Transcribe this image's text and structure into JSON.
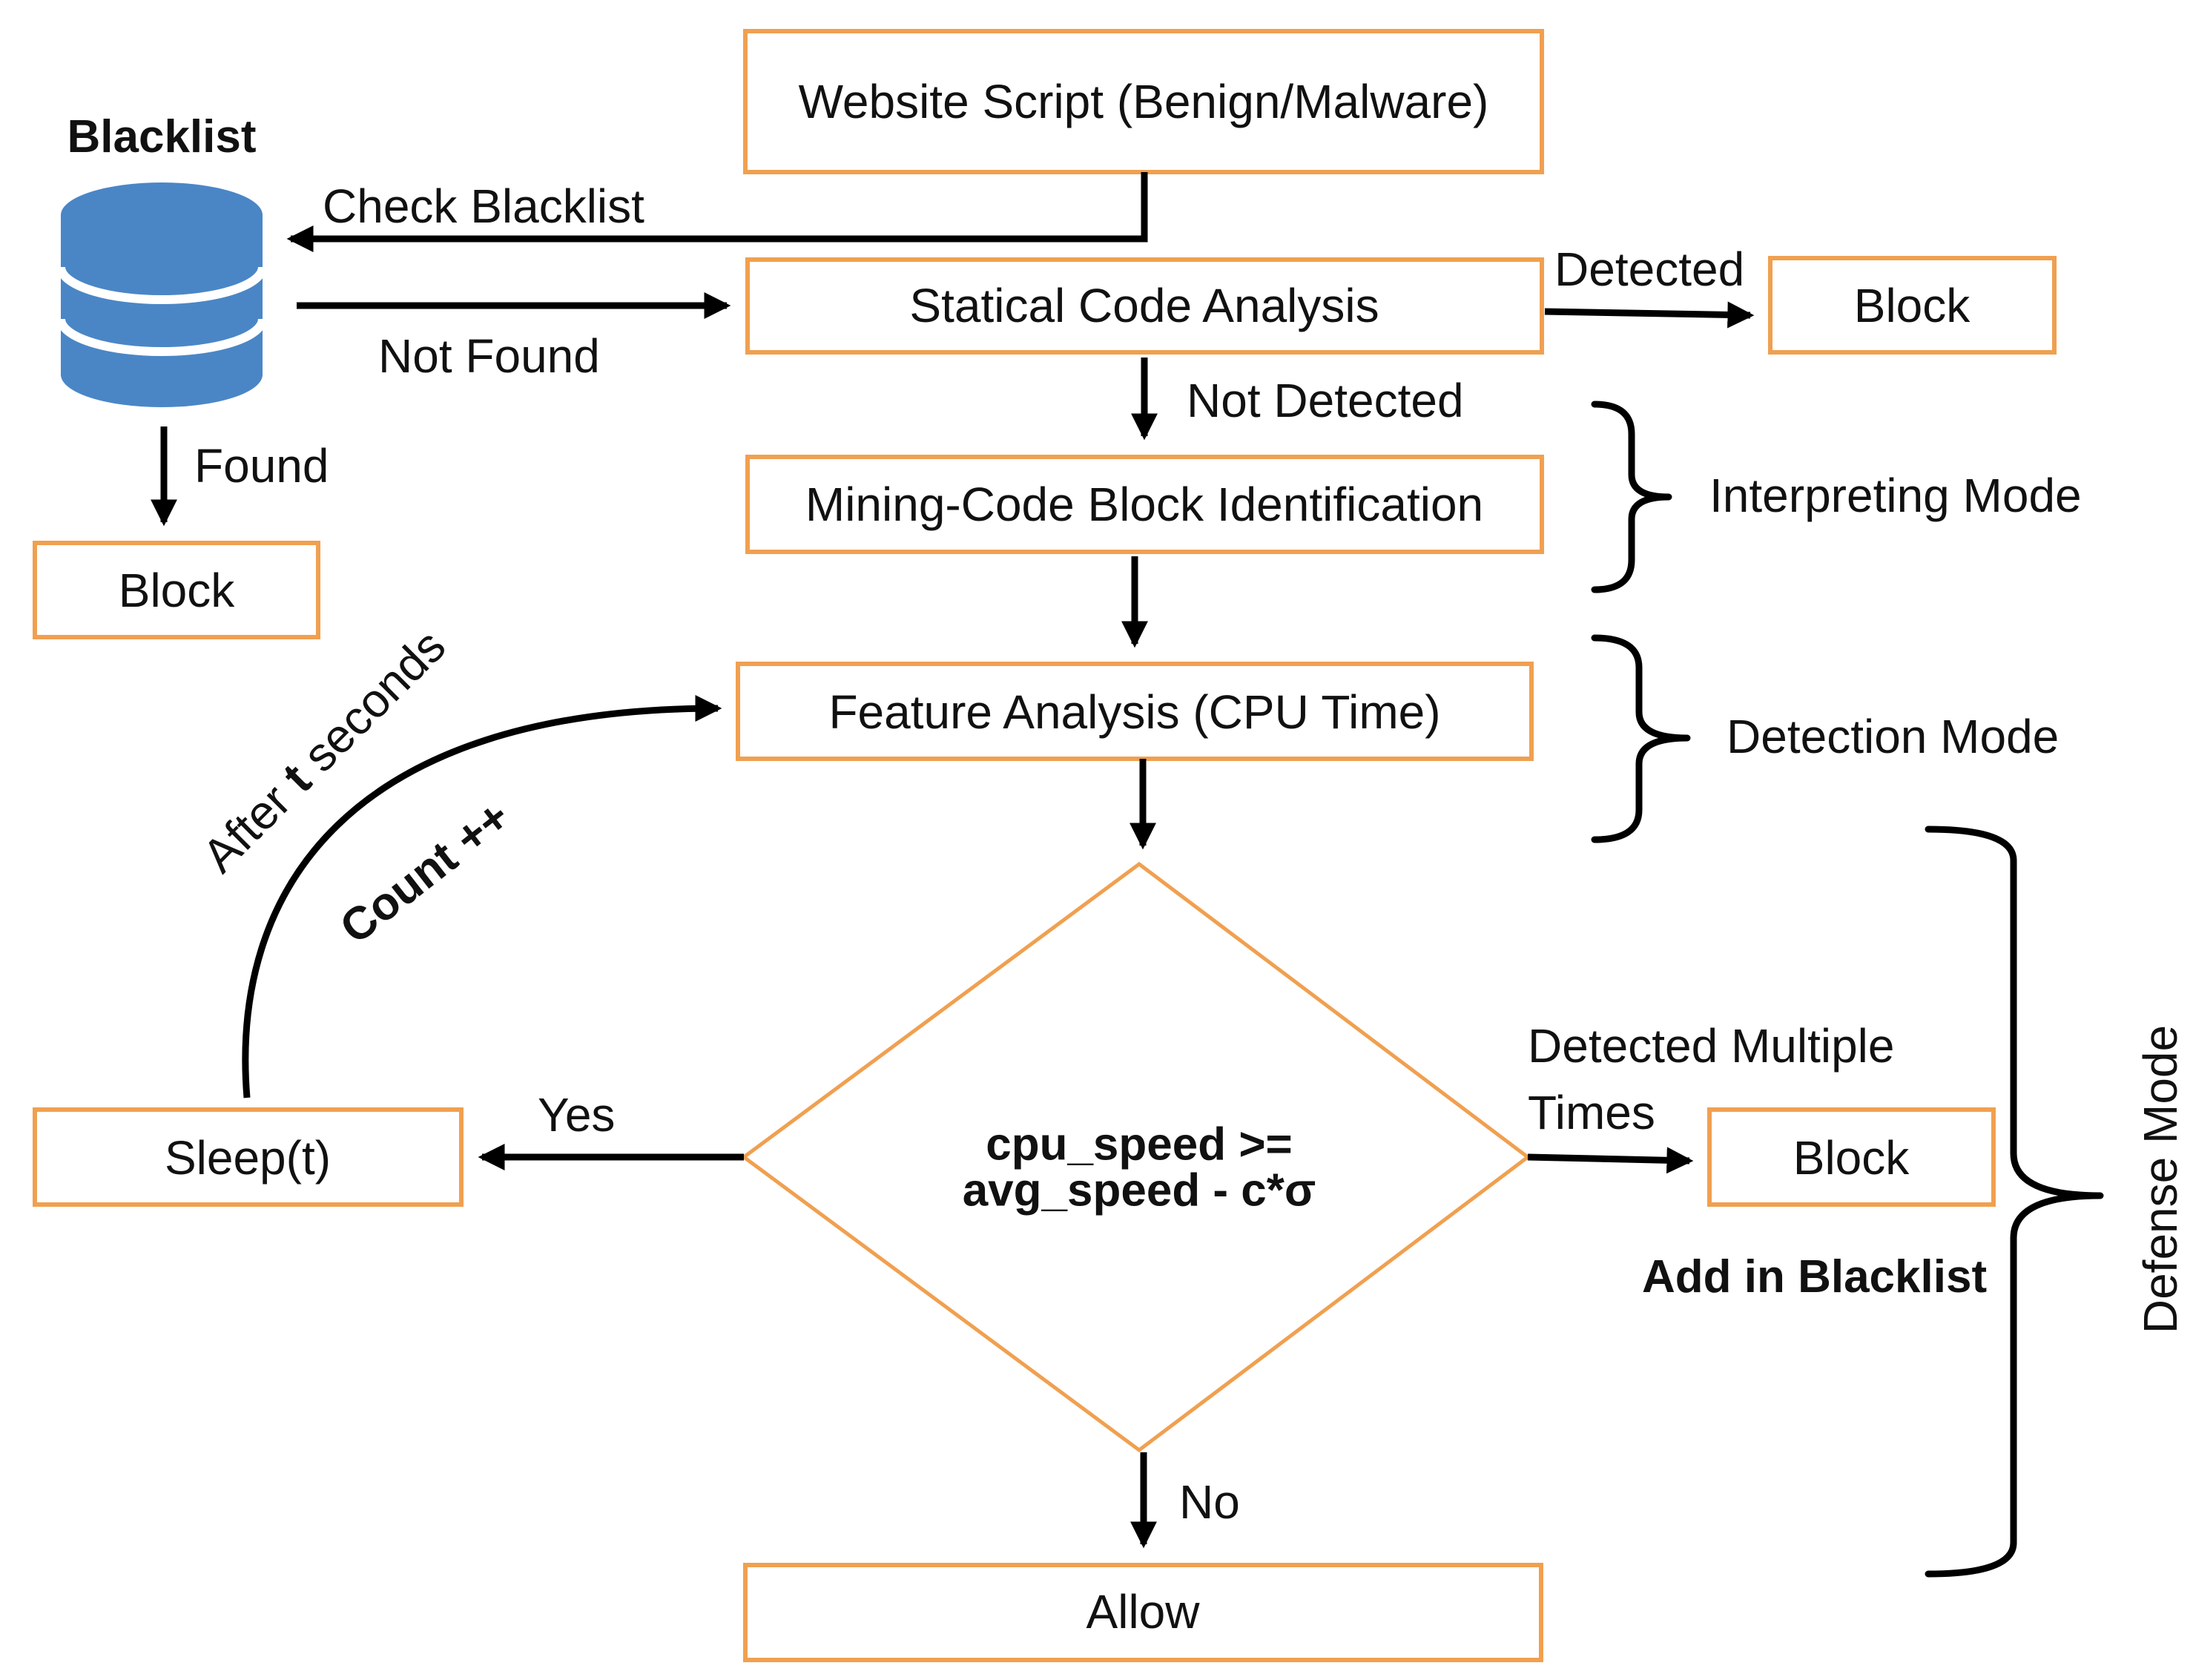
{
  "nodes": {
    "website_script": "Website Script (Benign/Malware)",
    "static_analysis": "Statical Code Analysis",
    "mining_block_id": "Mining-Code Block Identification",
    "feature_analysis": "Feature Analysis (CPU Time)",
    "decision_line1": "cpu_speed >=",
    "decision_line2": "avg_speed - c*σ",
    "sleep": "Sleep(t)",
    "allow": "Allow",
    "block_blacklist": "Block",
    "block_static": "Block",
    "block_defense": "Block"
  },
  "database": {
    "title": "Blacklist",
    "icon": "database-icon",
    "color": "#4A86C6"
  },
  "edges": {
    "check_blacklist": "Check Blacklist",
    "not_found": "Not Found",
    "found": "Found",
    "detected": "Detected",
    "not_detected": "Not Detected",
    "yes": "Yes",
    "no": "No",
    "detected_multiple_line1": "Detected Multiple",
    "detected_multiple_line2": "Times",
    "add_in_blacklist": "Add in Blacklist",
    "count": "Count ++",
    "after_prefix": "After ",
    "after_t": "t",
    "after_suffix": " seconds"
  },
  "modes": {
    "interpreting": "Interpreting Mode",
    "detection": "Detection Mode",
    "defense": "Defense Mode"
  },
  "colors": {
    "box_border": "#F0A050",
    "line": "#000000"
  }
}
